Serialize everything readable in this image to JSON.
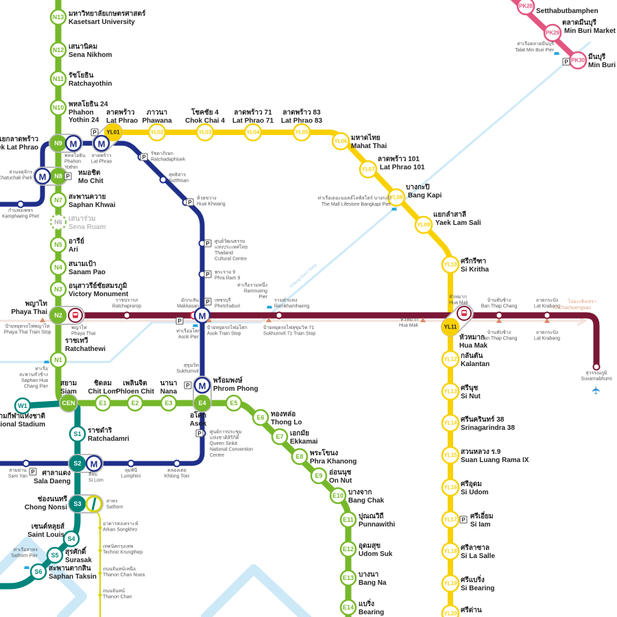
{
  "colors": {
    "sukhumvit": "#76b82a",
    "silom": "#00857a",
    "blue": "#1f2f8a",
    "yellow": "#f9d100",
    "arl": "#7a1734",
    "pink": "#e2557f",
    "gold": "#d4d300",
    "canal": "#cde9f8",
    "srt": "#f3e1da"
  },
  "parking_label": "P",
  "metro_label": "M",
  "lines": {
    "sukhumvit": [
      {
        "code": "N13",
        "th": "มหาวิทยาลัยเกษตรศาสตร์",
        "en": "Kasetsart University"
      },
      {
        "code": "N12",
        "th": "เสนานิคม",
        "en": "Sena Nikhom"
      },
      {
        "code": "N11",
        "th": "รัชโยธิน",
        "en": "Ratchayothin"
      },
      {
        "code": "N10",
        "th": "พหลโยธิน 24",
        "en": "Phahon\nYothin 24"
      },
      {
        "code": "N9",
        "th": "ห้าแยกลาดพร้าว",
        "en": "Yaek Lat Phrao"
      },
      {
        "code": "N8",
        "th": "หมอชิต",
        "en": "Mo Chit"
      },
      {
        "code": "N7",
        "th": "สะพานควาย",
        "en": "Saphan Khwai"
      },
      {
        "code": "N6",
        "th": "เสนาร่วม",
        "en": "Sena Ruam"
      },
      {
        "code": "N5",
        "th": "อารีย์",
        "en": "Ari"
      },
      {
        "code": "N4",
        "th": "สนามเป้า",
        "en": "Sanam Pao"
      },
      {
        "code": "N3",
        "th": "อนุสาวรีย์ชัยสมรภูมิ",
        "en": "Victory Monument"
      },
      {
        "code": "N2",
        "th": "พญาไท",
        "en": "Phaya Thai"
      },
      {
        "code": "N1",
        "th": "ราชเทวี",
        "en": "Ratchathewi"
      },
      {
        "code": "CEN",
        "th": "สยาม",
        "en": "Siam"
      },
      {
        "code": "E1",
        "th": "ชิดลม",
        "en": "Chit Lom"
      },
      {
        "code": "E2",
        "th": "เพลินจิต",
        "en": "Phloen Chit"
      },
      {
        "code": "E3",
        "th": "นานา",
        "en": "Nana"
      },
      {
        "code": "E4",
        "th": "อโศก",
        "en": "Asok"
      },
      {
        "code": "E5",
        "th": "พร้อมพงษ์",
        "en": "Phrom Phong"
      },
      {
        "code": "E6",
        "th": "ทองหล่อ",
        "en": "Thong Lo"
      },
      {
        "code": "E7",
        "th": "เอกมัย",
        "en": "Ekkamai"
      },
      {
        "code": "E8",
        "th": "พระโขนง",
        "en": "Phra Khanong"
      },
      {
        "code": "E9",
        "th": "อ่อนนุช",
        "en": "On Nut"
      },
      {
        "code": "E10",
        "th": "บางจาก",
        "en": "Bang Chak"
      },
      {
        "code": "E11",
        "th": "ปุณณวิถี",
        "en": "Punnawithi"
      },
      {
        "code": "E12",
        "th": "อุดมสุข",
        "en": "Udom Suk"
      },
      {
        "code": "E13",
        "th": "บางนา",
        "en": "Bang Na"
      },
      {
        "code": "E14",
        "th": "แบริ่ง",
        "en": "Bearing"
      }
    ],
    "silom": [
      {
        "code": "W1",
        "th": "สนามกีฬาแห่งชาติ",
        "en": "National Stadium"
      },
      {
        "code": "S1",
        "th": "ราชดำริ",
        "en": "Ratchadamri"
      },
      {
        "code": "S2",
        "th": "ศาลาแดง",
        "en": "Sala Daeng"
      },
      {
        "code": "S3",
        "th": "ช่องนนทรี",
        "en": "Chong Nonsi"
      },
      {
        "code": "S4",
        "th": "เซนต์หลุยส์",
        "en": "Saint Louis"
      },
      {
        "code": "S5",
        "th": "สุรศักดิ์",
        "en": "Surasak"
      },
      {
        "code": "S6",
        "th": "สะพานตากสิน",
        "en": "Saphan Taksin"
      }
    ],
    "yellow": [
      {
        "code": "YL01",
        "th": "ลาดพร้าว",
        "en": "Lat Phrao"
      },
      {
        "code": "YL02",
        "th": "ภาวนา",
        "en": "Phawana"
      },
      {
        "code": "YL03",
        "th": "โชคชัย 4",
        "en": "Chok Chai 4"
      },
      {
        "code": "YL04",
        "th": "ลาดพร้าว 71",
        "en": "Lat Phrao 71"
      },
      {
        "code": "YL05",
        "th": "ลาดพร้าว 83",
        "en": "Lat Phrao 83"
      },
      {
        "code": "YL06",
        "th": "มหาดไทย",
        "en": "Mahat Thai"
      },
      {
        "code": "YL07",
        "th": "ลาดพร้าว 101",
        "en": "Lat Phrao 101"
      },
      {
        "code": "YL08",
        "th": "บางกะปิ",
        "en": "Bang Kapi"
      },
      {
        "code": "YL09",
        "th": "แยกลำสาลี",
        "en": "Yaek Lam Sali"
      },
      {
        "code": "YL10",
        "th": "ศรีกรีฑา",
        "en": "Si Kritha"
      },
      {
        "code": "YL11",
        "th": "หัวหมาก",
        "en": "Hua Mak"
      },
      {
        "code": "YL12",
        "th": "กลันตัน",
        "en": "Kalantan"
      },
      {
        "code": "YL13",
        "th": "ศรีนุช",
        "en": "Si Nut"
      },
      {
        "code": "YL14",
        "th": "ศรีนครินทร์ 38",
        "en": "Srinagarindra 38"
      },
      {
        "code": "YL15",
        "th": "สวนหลวง ร.9",
        "en": "Suan Luang Rama IX"
      },
      {
        "code": "YL16",
        "th": "ศรีอุดม",
        "en": "Si Udom"
      },
      {
        "code": "YL17",
        "th": "ศรีเอี่ยม",
        "en": "Si Iam"
      },
      {
        "code": "YL18",
        "th": "ศรีลาซาล",
        "en": "Si La Salle"
      },
      {
        "code": "YL19",
        "th": "ศรีแบริ่ง",
        "en": "Si Bearing"
      },
      {
        "code": "YL20",
        "th": "ศรีด่าน",
        "en": ""
      }
    ],
    "pink": [
      {
        "code": "PK28",
        "th": "",
        "en": "Setthabutbamphen"
      },
      {
        "code": "PK29",
        "th": "ตลาดมีนบุรี",
        "en": "Min Buri Market"
      },
      {
        "code": "PK30",
        "th": "มีนบุรี",
        "en": "Min Buri"
      }
    ]
  },
  "blue_stations": [
    {
      "th": "กำแพงเพชร",
      "en": "Kamphaeng Phet"
    },
    {
      "th": "สวนจตุจักร",
      "en": "Chatuchak Park"
    },
    {
      "th": "พหลโยธิน",
      "en": "Phahon\nYothin"
    },
    {
      "th": "ลาดพร้าว",
      "en": "Lat Phrao"
    },
    {
      "th": "รัชดาภิเษก",
      "en": "Ratchadaphisek"
    },
    {
      "th": "สุทธิสาร",
      "en": "Sutthisan"
    },
    {
      "th": "ห้วยขวาง",
      "en": "Huai Khwang"
    },
    {
      "th": "ศูนย์วัฒนธรรม\nแห่งประเทศไทย",
      "en": "Thailand\nCultural Centre"
    },
    {
      "th": "พระราม 9",
      "en": "Phra Ram 9"
    },
    {
      "th": "เพชรบุรี",
      "en": "Phetchaburi"
    },
    {
      "th": "สุขุมวิท",
      "en": "Sukhumvit"
    },
    {
      "th": "ศูนย์การประชุม\nแห่งชาติสิริกิติ์",
      "en": "Queen Sirikit\nNational Convention\nCentre"
    },
    {
      "th": "คลองเตย",
      "en": "Khlong Toei"
    },
    {
      "th": "ลุมพินี",
      "en": "Lumphini"
    },
    {
      "th": "สีลม",
      "en": "Si Lom"
    },
    {
      "th": "สามย่าน",
      "en": "Sam Yan"
    }
  ],
  "arl_stations": [
    {
      "th": "พญาไท",
      "en": "Phaya Thai"
    },
    {
      "th": "ราชปรารภ",
      "en": "Ratchaprarop"
    },
    {
      "th": "มักกะสัน",
      "en": "Makkasan"
    },
    {
      "th": "รามคำแหง",
      "en": "Ramkhamhaeng"
    },
    {
      "th": "หัวหมาก",
      "en": "Hua Mak"
    },
    {
      "th": "บ้านทับช้าง",
      "en": "Ban Thap Chang"
    },
    {
      "th": "ลาดกระบัง",
      "en": "Lat Krabang"
    },
    {
      "th": "สุวรรณภูมิ",
      "en": "Suvarnabhumi"
    }
  ],
  "gold_stations": [
    {
      "th": "สาทร",
      "en": "Sathorn"
    },
    {
      "th": "อาคารสงเคราะห์",
      "en": "Arkan Songkhro"
    },
    {
      "th": "เทคนิคกรุงเทพ",
      "en": "Technic Krungthep"
    },
    {
      "th": "ถนนจันทน์เหนือ",
      "en": "Thanon Chan Nuea"
    },
    {
      "th": "ถนนจันทน์",
      "en": "Thanon Chan"
    }
  ],
  "piers": [
    {
      "th": "ท่าเรืออโศก",
      "en": "Asok Pier"
    },
    {
      "th": "ท่าเรือรามหนึ่ง",
      "en": "Ramnueng\nPier"
    },
    {
      "th": "ท่าเรือ\nสะพานหัวช้าง",
      "en": "Saphan Hua\nChang Pier"
    },
    {
      "th": "ท่าเรือเดอะมอลล์ไลฟ์สโตร์ บางกะปิ",
      "en": "The Mall Lifestore Bangkapi Pier"
    },
    {
      "th": "ท่าเรือตลาดมีนบุรี",
      "en": "Talat Min Buri Pier"
    },
    {
      "th": "ท่าเรือสาทร",
      "en": "Sathorn Pier"
    }
  ],
  "train_stops": [
    {
      "th": "ป้ายหยุดรถไฟพญาไท",
      "en": "Phaya Thai Train Stop"
    },
    {
      "th": "ป้ายหยุดรถไฟอโศก",
      "en": "Asok Train Stop"
    },
    {
      "th": "ป้ายหยุดรถไฟสุขุมวิท 71",
      "en": "Sukhumvit 71 Train Stop"
    },
    {
      "th": "หัวหมาก",
      "en": "Hua Mak"
    },
    {
      "th": "บ้านทับช้าง",
      "en": "Ban Thap Chang"
    },
    {
      "th": "ลาดกระบัง",
      "en": "Lat Krabang"
    }
  ],
  "labels": {
    "canal": "Khlong Saen Saep",
    "to_chachoengsao_th": "ไปฉะเชิงเทรา",
    "to_chachoengsao_en": "To Chachoengsao"
  }
}
